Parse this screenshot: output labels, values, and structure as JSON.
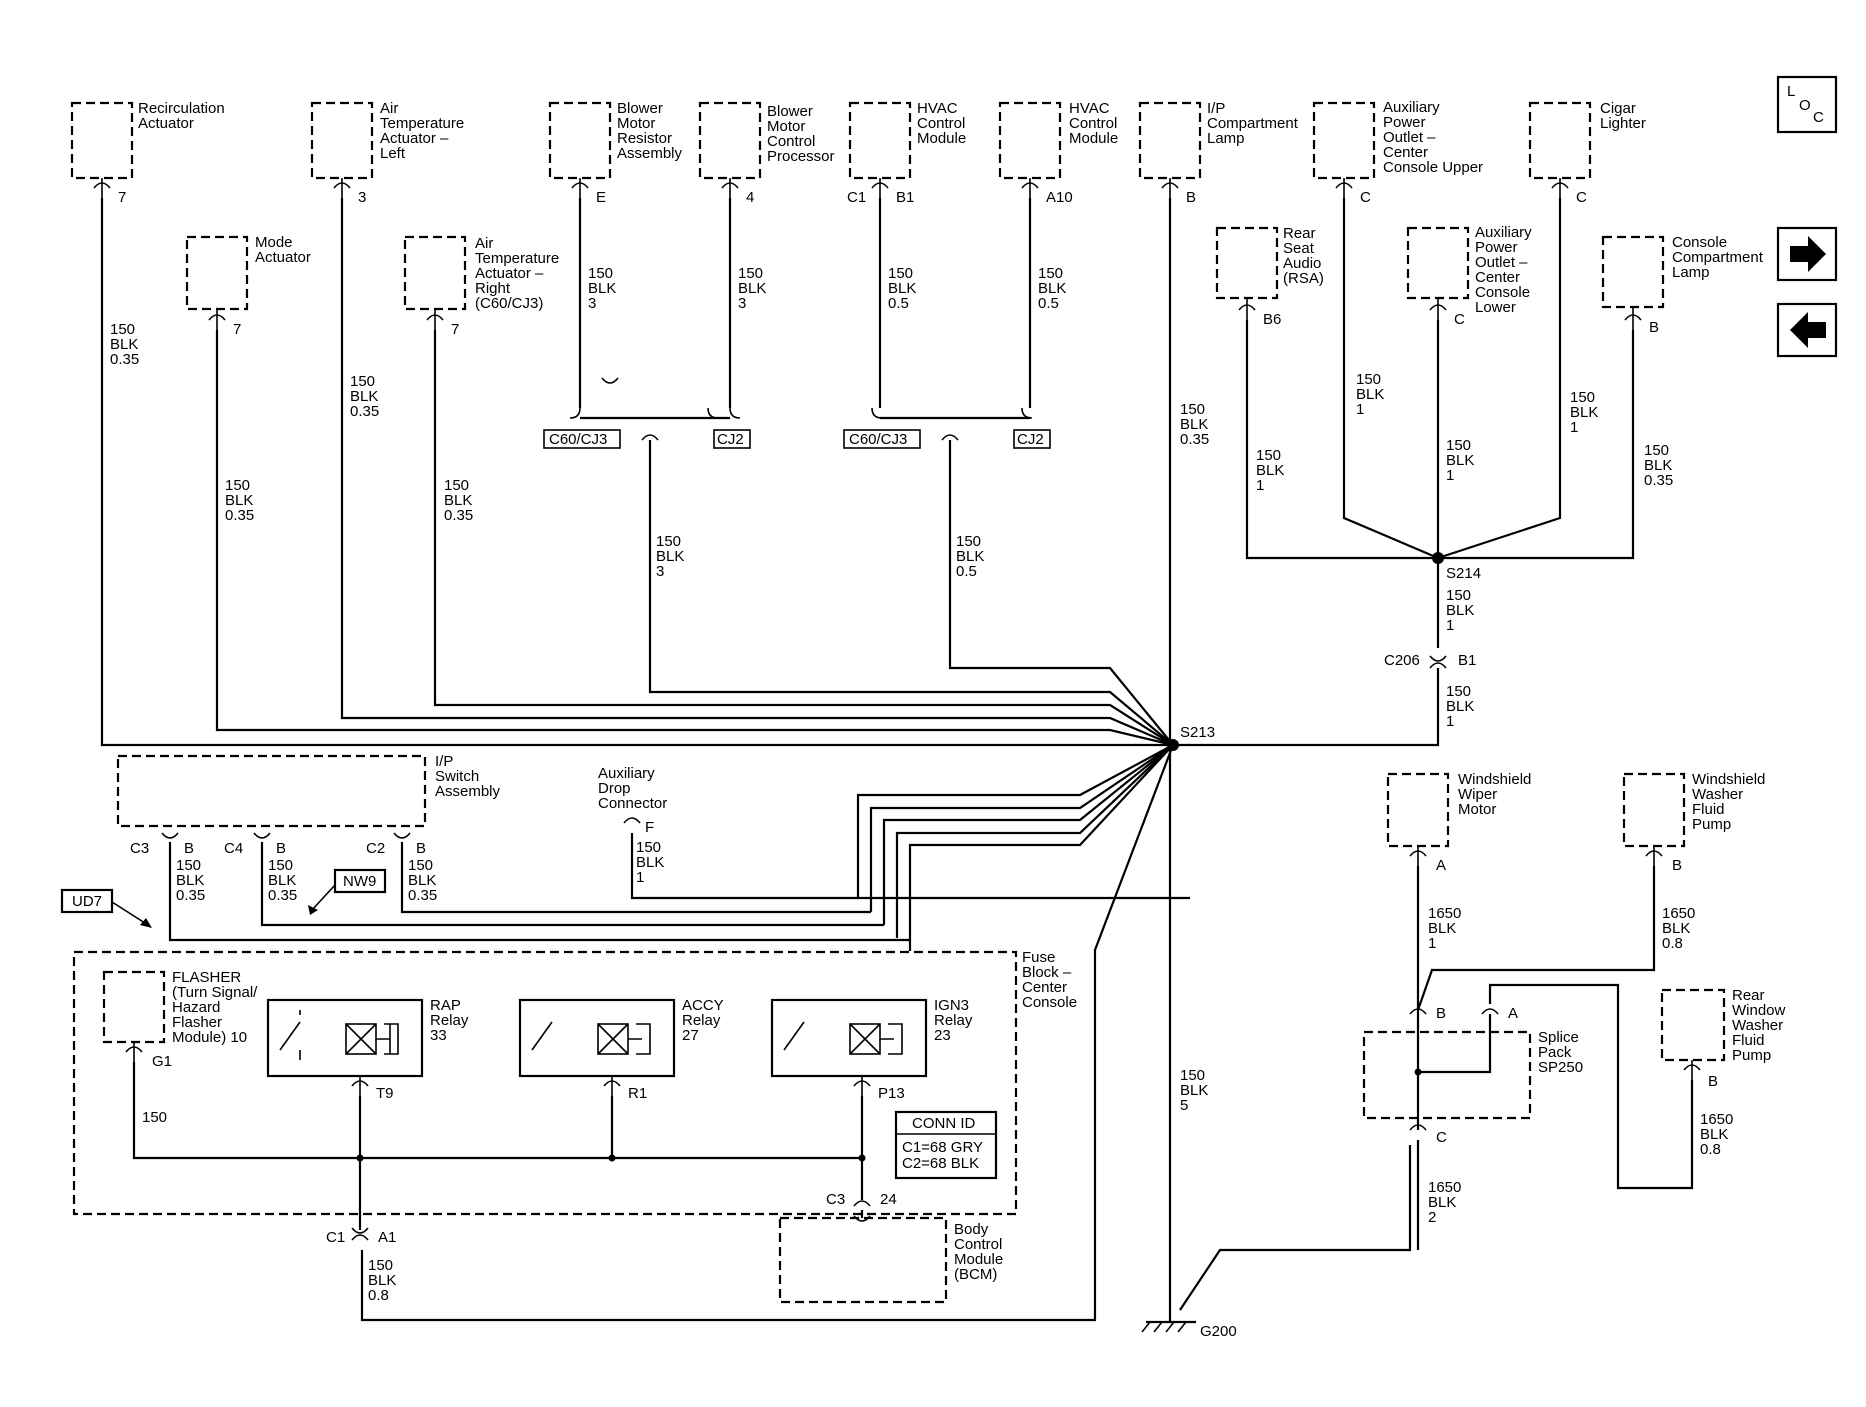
{
  "components": {
    "recirc": "Recirculation\nActuator",
    "air_temp_left": "Air\nTemperature\nActuator –\nLeft",
    "blower_resistor": "Blower\nMotor\nResistor\nAssembly",
    "blower_processor": "Blower\nMotor\nControl\nProcessor",
    "hvac1": "HVAC\nControl\nModule",
    "hvac2": "HVAC\nControl\nModule",
    "ip_comp_lamp": "I/P\nCompartment\nLamp",
    "aux_upper": "Auxiliary\nPower\nOutlet –\nCenter\nConsole Upper",
    "cigar": "Cigar\nLighter",
    "mode": "Mode\nActuator",
    "air_temp_right": "Air\nTemperature\nActuator –\nRight\n(C60/CJ3)",
    "rsa": "Rear\nSeat\nAudio\n(RSA)",
    "aux_lower": "Auxiliary\nPower\nOutlet –\nCenter\nConsole\nLower",
    "console_lamp": "Console\nCompartment\nLamp",
    "ip_switch": "I/P\nSwitch\nAssembly",
    "aux_drop": "Auxiliary\nDrop\nConnector",
    "ws_wiper": "Windshield\nWiper\nMotor",
    "ws_washer": "Windshield\nWasher\nFluid\nPump",
    "rear_washer": "Rear\nWindow\nWasher\nFluid\nPump",
    "splice_pack": "Splice\nPack\nSP250",
    "fuse_block": "Fuse\nBlock –\nCenter\nConsole",
    "flasher": "FLASHER\n(Turn Signal/\nHazard\nFlasher\nModule) 10",
    "rap": "RAP\nRelay\n33",
    "accy": "ACCY\nRelay\n27",
    "ign3": "IGN3\nRelay\n23",
    "bcm": "Body\nControl\nModule\n(BCM)"
  },
  "pins": {
    "recirc": "7",
    "air_temp_left": "3",
    "blower_resistor": "E",
    "blower_processor": "4",
    "hvac1_conn": "C1",
    "hvac1": "B1",
    "hvac2": "A10",
    "ip_comp_lamp": "B",
    "aux_upper": "C",
    "cigar": "C",
    "mode": "7",
    "air_temp_right": "7",
    "rsa": "B6",
    "aux_lower": "C",
    "console_lamp": "B",
    "ipsw_c3": "C3",
    "ipsw_c3_pin": "B",
    "ipsw_c4": "C4",
    "ipsw_c4_pin": "B",
    "ipsw_c2": "C2",
    "ipsw_c2_pin": "B",
    "aux_drop": "F",
    "c206": "C206",
    "c206_pin": "B1",
    "ws_wiper": "A",
    "ws_washer": "B",
    "splice_b": "B",
    "splice_a": "A",
    "splice_c": "C",
    "rear_washer": "B",
    "flasher": "G1",
    "rap": "T9",
    "accy": "R1",
    "ign3": "P13",
    "bcm_conn": "C3",
    "bcm_pin": "24",
    "fuse_conn": "C1",
    "fuse_pin": "A1"
  },
  "wires": {
    "w_recirc": "150\nBLK\n0.35",
    "w_mode": "150\nBLK\n0.35",
    "w_airleft": "150\nBLK\n0.35",
    "w_airright": "150\nBLK\n0.35",
    "w_blower_res": "150\nBLK\n3",
    "w_blower_proc": "150\nBLK\n3",
    "w_blower_merge": "150\nBLK\n3",
    "w_hvac1": "150\nBLK\n0.5",
    "w_hvac2": "150\nBLK\n0.5",
    "w_hvac_merge": "150\nBLK\n0.5",
    "w_iplamp": "150\nBLK\n0.35",
    "w_rsa": "150\nBLK\n1",
    "w_aux_upper": "150\nBLK\n1",
    "w_aux_lower": "150\nBLK\n1",
    "w_cigar": "150\nBLK\n1",
    "w_console": "150\nBLK\n0.35",
    "w_s214_a": "150\nBLK\n1",
    "w_s214_b": "150\nBLK\n1",
    "w_c3": "150\nBLK\n0.35",
    "w_c4": "150\nBLK\n0.35",
    "w_c2": "150\nBLK\n0.35",
    "w_auxdrop": "150\nBLK\n1",
    "w_ground": "150\nBLK\n5",
    "w_wiper": "1650\nBLK\n1",
    "w_washer": "1650\nBLK\n0.8",
    "w_rear_washer": "1650\nBLK\n0.8",
    "w_splice_out": "1650\nBLK\n2",
    "w_flasher": "150",
    "w_fuse_out": "150\nBLK\n0.8"
  },
  "options": {
    "c60": "C60/CJ3",
    "cj2": "CJ2"
  },
  "splices": {
    "s213": "S213",
    "s214": "S214"
  },
  "ground": "G200",
  "refs": {
    "ud7": "UD7",
    "nw9": "NW9"
  },
  "conn_id": {
    "title": "CONN ID",
    "line1": "C1=68 GRY",
    "line2": "C2=68 BLK"
  },
  "nav": {
    "loc_l": "L",
    "loc_o": "O",
    "loc_c": "C",
    "next_icon": "right-arrow-icon",
    "prev_icon": "left-arrow-icon"
  }
}
